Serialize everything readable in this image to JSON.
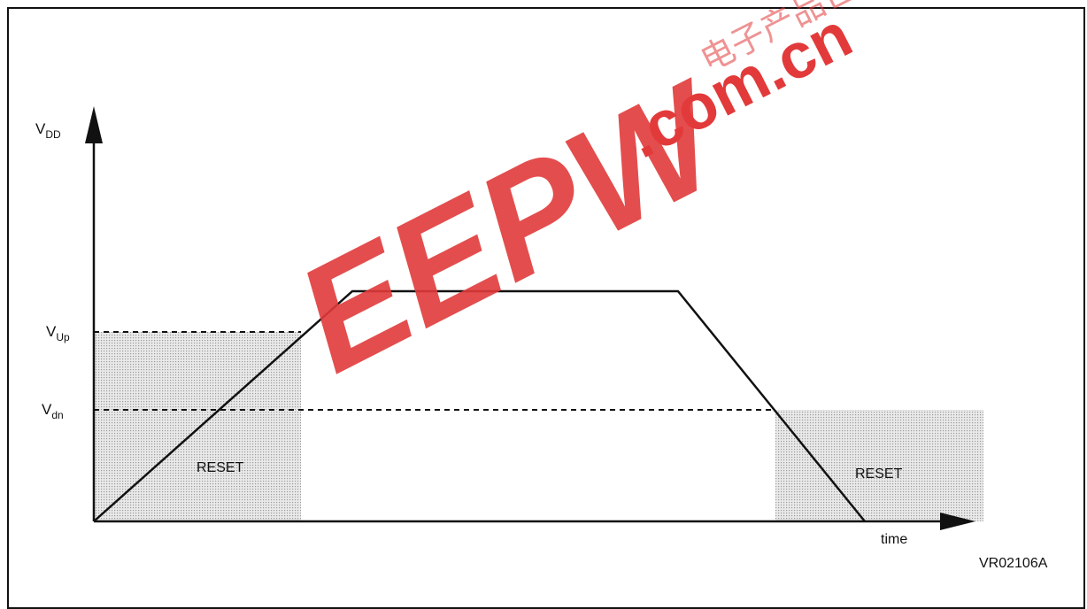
{
  "diagram": {
    "y_axis_label": "V",
    "y_axis_label_sub": "DD",
    "x_axis_label": "time",
    "levels": [
      {
        "id": "vup",
        "label": "V",
        "sub": "Up"
      },
      {
        "id": "vdn",
        "label": "V",
        "sub": "dn"
      }
    ],
    "regions": [
      {
        "id": "reset-left",
        "label": "RESET"
      },
      {
        "id": "reset-right",
        "label": "RESET"
      }
    ],
    "figure_code": "VR02106A"
  },
  "watermark": {
    "text": "EEPW",
    "domain": ".com.cn",
    "chinese": "电子产品世界",
    "color": "#e23a3a"
  },
  "colors": {
    "line": "#111111",
    "reset_fill": "#d9d9d9"
  }
}
